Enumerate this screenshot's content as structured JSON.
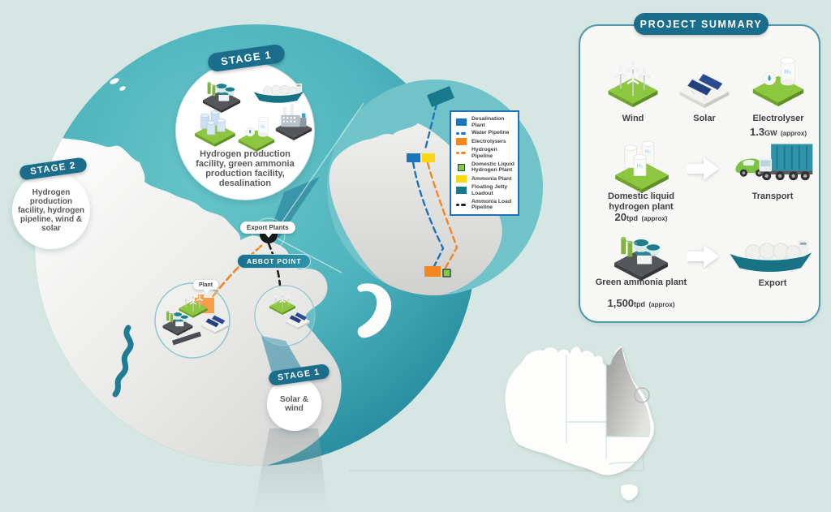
{
  "colors": {
    "badge_teal": "#1B6D8C",
    "ocean_teal": "#3FA5B2",
    "blue": "#1B75BB",
    "orange": "#F6861F",
    "yellow": "#F9D616",
    "green": "#8DC63F",
    "jetty_teal": "#19798C"
  },
  "stages": {
    "top": {
      "badge": "STAGE 1",
      "text": "Hydrogen production facility, green ammonia production facility, desalination"
    },
    "left": {
      "badge": "STAGE 2",
      "text": "Hydrogen production facility, hydrogen pipeline, wind & solar"
    },
    "bottom": {
      "badge": "STAGE 1",
      "text": "Solar & wind"
    }
  },
  "map": {
    "abbot_point": "ABBOT POINT",
    "export_plants": "Export Plants",
    "plant": "Plant"
  },
  "legend": {
    "items": [
      {
        "label": "Desalination Plant",
        "swatch": "square",
        "color": "#1B75BB"
      },
      {
        "label": "Water Pipeline",
        "swatch": "dash",
        "color": "#1B75BB"
      },
      {
        "label": "Electrolysers",
        "swatch": "square",
        "color": "#F6861F"
      },
      {
        "label": "Hydrogen Pipeline",
        "swatch": "dash",
        "color": "#F6861F"
      },
      {
        "label": "Domestic Liquid Hydrogen Plant",
        "swatch": "small-square",
        "color": "#8DC63F"
      },
      {
        "label": "Ammonia Plant",
        "swatch": "square",
        "color": "#F9D616"
      },
      {
        "label": "Floating Jetty Loadout",
        "swatch": "square",
        "color": "#19798C"
      },
      {
        "label": "Ammonia Load Pipeline",
        "swatch": "dash",
        "color": "#231F20"
      }
    ]
  },
  "summary": {
    "title": "PROJECT SUMMARY",
    "row1": [
      {
        "label": "Wind"
      },
      {
        "label": "Solar"
      },
      {
        "label": "Electrolyser",
        "value": "1.3",
        "unit": "GW",
        "note": "(approx)"
      }
    ],
    "row2": {
      "left": {
        "label": "Domestic liquid hydrogen plant",
        "value": "20",
        "unit": "tpd",
        "note": "(approx)"
      },
      "right": {
        "label": "Transport"
      }
    },
    "row3": {
      "left": {
        "label": "Green ammonia plant",
        "value": "1,500",
        "unit": "tpd",
        "note": "(approx)"
      },
      "right": {
        "label": "Export"
      }
    }
  },
  "icon_text": {
    "h2": "H₂"
  }
}
